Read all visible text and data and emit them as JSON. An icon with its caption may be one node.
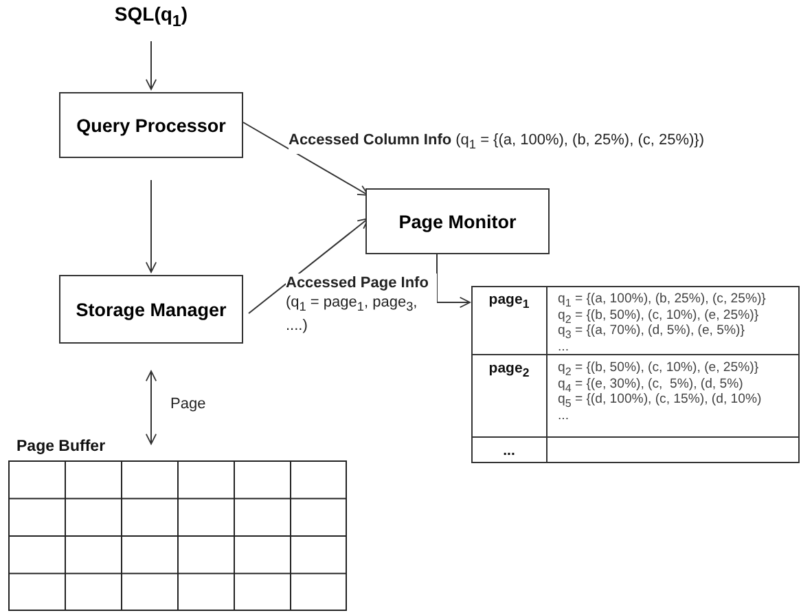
{
  "diagram": {
    "nodes": [
      {
        "text": [
          "SQL(q$_{1}$)"
        ]
      },
      {
        "text": [
          "Query Processor"
        ]
      },
      {
        "text": [
          "Page Monitor"
        ]
      },
      {
        "text": [
          "Storage Manager"
        ]
      },
      {
        "text": [
          "page$_{1}$",
          "q$_{1}$ = {(a, 100%), (b, 25%), (c, 25%)}",
          "q$_{2}$ = {(b, 50%), (c, 10%), (e, 25%)}",
          "q$_{3}$ = {(a, 70%), (d, 5%), (e, 5%)}",
          "...",
          "page$_{2}$",
          "q$_{2}$ = {(b, 50%), (c, 10%), (e, 25%)}",
          "q$_{4}$ = {(e, 30%), (c,  5%), (d, 5%)",
          "q$_{5}$ = {(d, 100%), (c, 15%), (d, 10%)",
          "...",
          "..."
        ]
      },
      {
        "text": [
          "Page Buffer"
        ]
      }
    ],
    "edges": [
      {
        "from": 0,
        "to": 1,
        "arrow": "to"
      },
      {
        "from": 1,
        "to": 3,
        "arrow": "to"
      },
      {
        "from": 1,
        "to": 2,
        "arrow": "to",
        "label": "**Accessed Column Info** (q$_{1}$ = {(a, 100%), (b, 25%), (c, 25%)})"
      },
      {
        "from": 3,
        "to": 2,
        "arrow": "to"
      },
      {
        "from": 2,
        "to": 4,
        "arrow": "to",
        "label": "**Accessed Page Info** (q$_{1}$ = page$_{1}$, page$_{3}$, ....)"
      },
      {
        "from": 3,
        "to": 5,
        "arrow": "both",
        "label": "Page"
      }
    ]
  }
}
